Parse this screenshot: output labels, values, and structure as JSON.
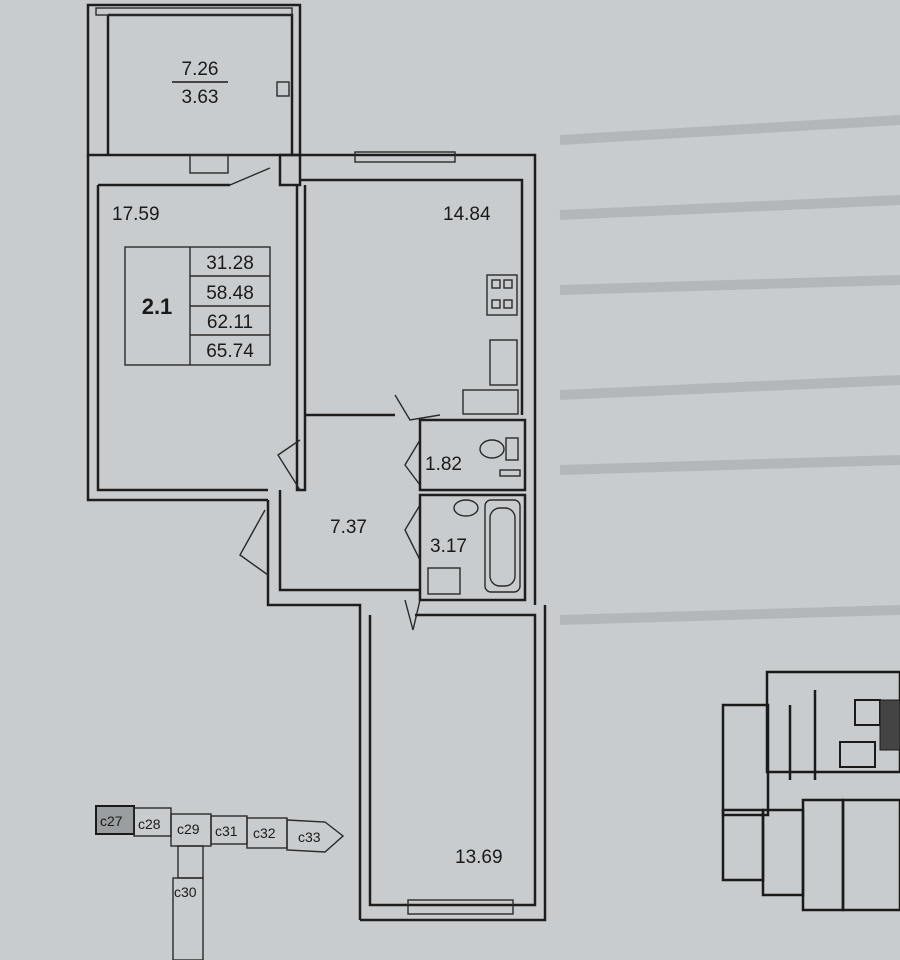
{
  "plan": {
    "balcony": {
      "area": "7.26",
      "reduced_area": "3.63"
    },
    "rooms": {
      "living_room": "17.59",
      "kitchen": "14.84",
      "hall": "7.37",
      "toilet": "1.82",
      "bathroom": "3.17",
      "bedroom": "13.69"
    },
    "apartment_info": {
      "type": "2.1",
      "living_area": "31.28",
      "area_without_balcony": "58.48",
      "total_area_reduced": "62.11",
      "total_area": "65.74"
    }
  },
  "key_plan": {
    "sections": [
      "с27",
      "с28",
      "с29",
      "с31",
      "с32",
      "с33",
      "с30"
    ],
    "highlighted": "с27"
  },
  "colors": {
    "background": "#c8ccce",
    "lines": "#1e1e1e"
  }
}
